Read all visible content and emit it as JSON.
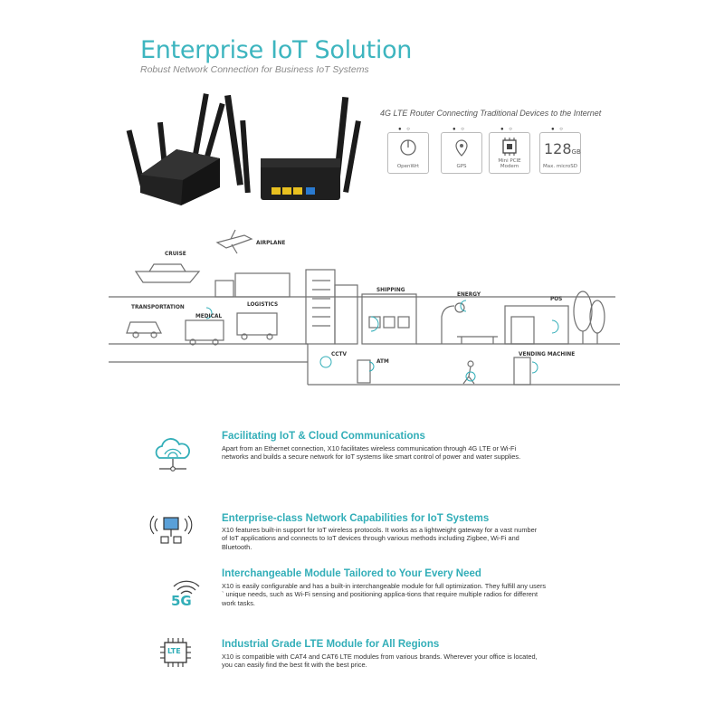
{
  "header": {
    "title": "Enterprise IoT Solution",
    "subtitle": "Robust Network Connection for Business IoT Systems"
  },
  "router": {
    "caption": "4G LTE Router Connecting Traditional Devices to the Internet",
    "features": [
      {
        "icon": "openwrt-icon",
        "label": "OpenWrt"
      },
      {
        "icon": "gps-pin-icon",
        "label": "GPS"
      },
      {
        "icon": "chip-icon",
        "label": "Mini PCIE Modem"
      },
      {
        "icon": "memory-icon",
        "value": "128",
        "unit": "GB",
        "label": "Max. microSD"
      }
    ]
  },
  "scene": {
    "labels": {
      "cruise": "CRUISE",
      "airplane": "AIRPLANE",
      "transportation": "TRANSPORTATION",
      "medical": "MEDICAL",
      "logistics": "LOGISTICS",
      "shipping": "SHIPPING",
      "energy": "ENERGY",
      "pos": "POS",
      "cctv": "CCTV",
      "atm": "ATM",
      "vending": "VENDING MACHINE"
    }
  },
  "sections": [
    {
      "icon": "cloud-network-icon",
      "title": "Facilitating IoT & Cloud Communications",
      "lines": [
        "Apart from an Ethernet connection, X10 facilitates wireless communication through 4G LTE or Wi-Fi",
        "networks and builds a secure network for IoT systems like smart control of power and water supplies."
      ]
    },
    {
      "icon": "wireless-monitor-icon",
      "title": "Enterprise-class Network Capabilities for IoT Systems",
      "lines": [
        "X10 features built-in support for IoT wireless protocols. It works as a lightweight gateway for a vast number",
        "of IoT applications and connects to IoT devices through various methods including Zigbee, Wi-Fi and",
        "Bluetooth."
      ]
    },
    {
      "icon": "5g-icon",
      "icon_text": "5G",
      "title": "Interchangeable Module Tailored to Your Every Need",
      "lines": [
        "X10 is easily configurable and has a built-in interchangeable module for full optimization. They fulfill any users",
        "` unique needs, such as Wi-Fi sensing and positioning applica-tions that require multiple radios for different",
        "work tasks."
      ]
    },
    {
      "icon": "lte-chip-icon",
      "icon_text": "LTE",
      "title": "Industrial Grade LTE Module for All Regions",
      "lines": [
        "X10 is compatible with CAT4 and CAT6 LTE modules from various brands. Wherever your office is located,",
        "you can easily find the best fit with the best price."
      ]
    }
  ],
  "colors": {
    "accent": "#32aeb8",
    "line": "#6d6d6d",
    "router": "#1c1c1c"
  }
}
